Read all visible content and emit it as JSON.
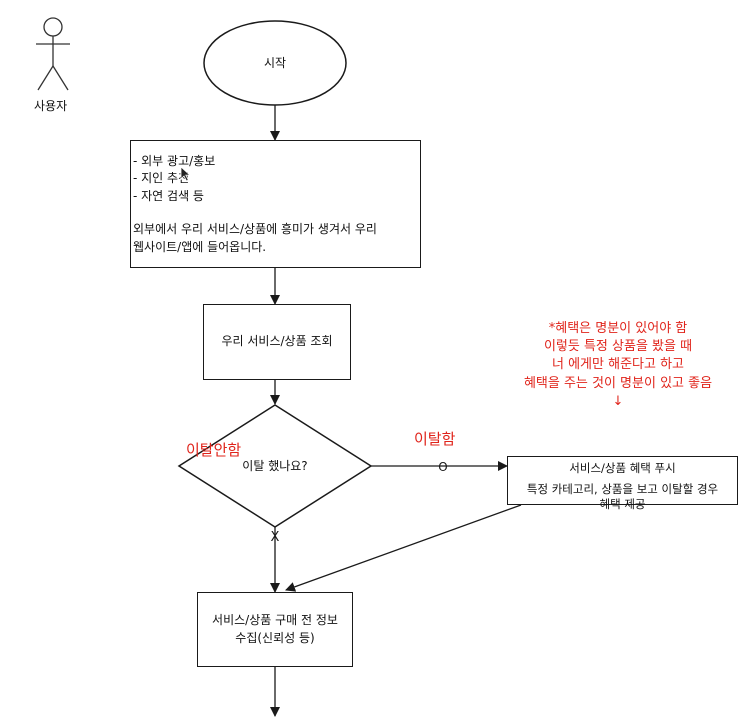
{
  "actor": {
    "label": "사용자"
  },
  "start": {
    "label": "시작"
  },
  "entry": {
    "bullets": [
      "- 외부 광고/홍보",
      "- 지인 추천",
      "- 자연 검색 등"
    ],
    "description_lines": [
      "외부에서 우리 서비스/상품에 흥미가 생겨서 우리",
      "웹사이트/앱에 들어옵니다."
    ]
  },
  "browse": {
    "label": "우리 서비스/상품 조회"
  },
  "decision": {
    "label": "이탈 했나요?"
  },
  "edge_churned": {
    "label": "이탈함",
    "marker": "O"
  },
  "edge_not_churned": {
    "label": "이탈안함",
    "marker": "X"
  },
  "push": {
    "title": "서비스/상품 혜택 푸시",
    "body_lines": [
      "특정 카테고리, 상품을 보고 이탈할 경우",
      "혜택 제공"
    ]
  },
  "note": {
    "lines": [
      "*혜택은 명분이 있어야 함",
      "이렇듯 특정 상품을 봤을 때",
      "너 에게만 해준다고 하고",
      "혜택을 주는 것이 명분이 있고 좋음",
      "↓"
    ]
  },
  "collect": {
    "lines": [
      "서비스/상품 구매 전 정보",
      "수집(신뢰성 등)"
    ]
  },
  "icons": {
    "cursor": "mouse-pointer-icon",
    "actor": "stick-figure-icon"
  },
  "colors": {
    "annotation": "#e0241b",
    "stroke": "#1a1a1a"
  }
}
